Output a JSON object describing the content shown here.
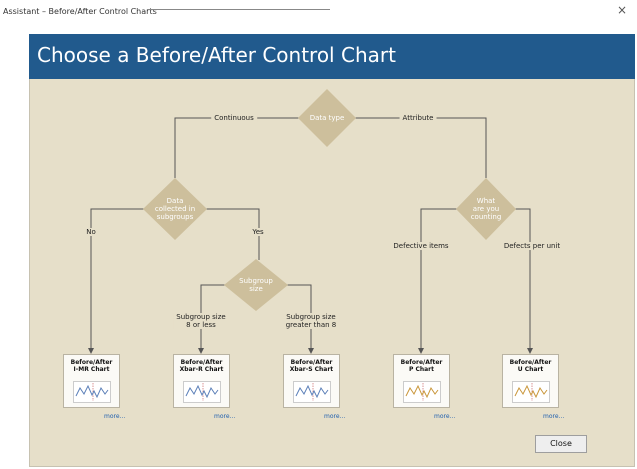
{
  "window": {
    "title": "Assistant – Before/After Control Charts",
    "close_glyph": "×"
  },
  "header": {
    "title": "Choose a Before/After Control Chart"
  },
  "flow": {
    "data_type": "Data type",
    "continuous": "Continuous",
    "attribute": "Attribute",
    "subgroups_q": [
      "Data",
      "collected in",
      "subgroups"
    ],
    "no": "No",
    "yes": "Yes",
    "subgroup_size_q": [
      "Subgroup",
      "size"
    ],
    "size_8_or_less": [
      "Subgroup size",
      "8 or less"
    ],
    "size_gt_8": [
      "Subgroup size",
      "greater than 8"
    ],
    "counting_q": [
      "What",
      "are you",
      "counting"
    ],
    "defective_items": "Defective items",
    "defects_per_unit": "Defects per unit"
  },
  "cards": [
    {
      "line1": "Before/After",
      "line2": "I-MR Chart",
      "more": "more...",
      "line_color": "#5b7fb8"
    },
    {
      "line1": "Before/After",
      "line2": "Xbar-R Chart",
      "more": "more...",
      "line_color": "#5b7fb8"
    },
    {
      "line1": "Before/After",
      "line2": "Xbar-S Chart",
      "more": "more...",
      "line_color": "#5b7fb8"
    },
    {
      "line1": "Before/After",
      "line2": "P Chart",
      "more": "more...",
      "line_color": "#c9963a"
    },
    {
      "line1": "Before/After",
      "line2": "U Chart",
      "more": "more...",
      "line_color": "#c9963a"
    }
  ],
  "buttons": {
    "close": "Close"
  },
  "colors": {
    "header": "#215a8d",
    "panel": "#e6dfc9",
    "diamond": "#cdbf9c",
    "link": "#1f5fae"
  }
}
